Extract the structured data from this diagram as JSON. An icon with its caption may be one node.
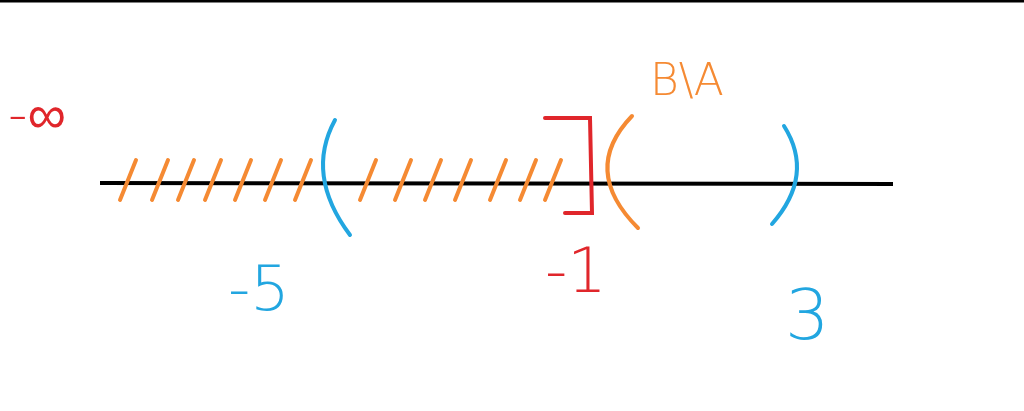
{
  "diagram": {
    "labels": [
      "B\\A",
      "-∞",
      "-5",
      "-1",
      "3"
    ]
  }
}
